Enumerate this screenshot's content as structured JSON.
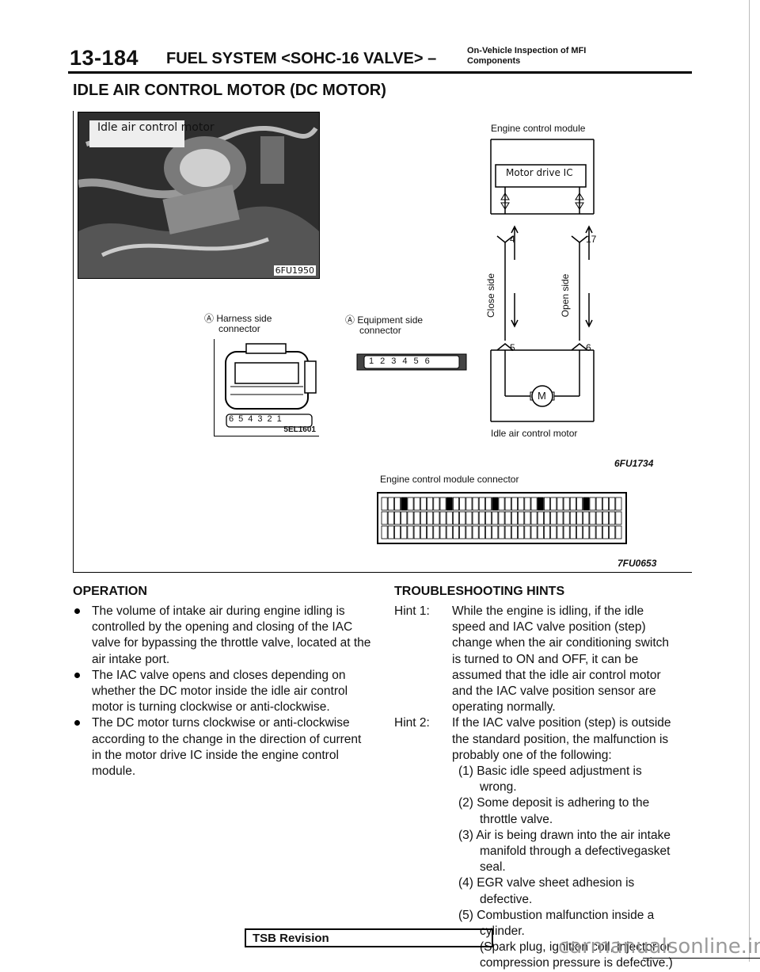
{
  "header": {
    "page_number": "13-184",
    "title": "FUEL SYSTEM <SOHC-16 VALVE> –",
    "subtitle_line1": "On-Vehicle Inspection of MFI",
    "subtitle_line2": "Components"
  },
  "section_title": "IDLE AIR CONTROL MOTOR (DC MOTOR)",
  "photo": {
    "label": "Idle air control motor",
    "code": "6FU1950"
  },
  "harness": {
    "label_line1": "Ⓐ Harness side",
    "label_line2": "connector",
    "pins": [
      "6",
      "5",
      "4",
      "3",
      "2",
      "1"
    ],
    "code": "5EL1601"
  },
  "equipment": {
    "label_line1": "Ⓐ Equipment side",
    "label_line2": "connector",
    "pins": [
      "1",
      "2",
      "3",
      "4",
      "5",
      "6"
    ]
  },
  "circuit": {
    "ecm_label": "Engine control module",
    "ic_label": "Motor drive IC",
    "pin_left_top": "4",
    "pin_right_top": "17",
    "pin_left_bottom": "5",
    "pin_right_bottom": "6",
    "close_side": "Close side",
    "open_side": "Open side",
    "motor": "M",
    "motor_label": "Idle air control motor",
    "code": "6FU1734"
  },
  "ecm_connector": {
    "label": "Engine control module connector",
    "code": "7FU0653"
  },
  "operation": {
    "heading": "OPERATION",
    "items": [
      "The volume of intake air during engine idling is controlled by the opening and closing of the IAC valve for bypassing the throttle valve, located at the air intake port.",
      "The IAC valve opens and closes depending on whether the DC motor inside the idle air control motor is turning clockwise or anti-clockwise.",
      "The DC motor turns clockwise or anti-clockwise according to the change in the direction of current in the motor drive IC inside the engine control module."
    ]
  },
  "troubleshooting": {
    "heading": "TROUBLESHOOTING HINTS",
    "hint1_label": "Hint 1:",
    "hint1_text": "While the engine is idling, if the idle speed and IAC valve position (step) change when the air conditioning switch is turned to ON and OFF, it can be assumed that the idle air control motor and the IAC valve position sensor are operating normally.",
    "hint2_label": "Hint 2:",
    "hint2_text": "If the IAC valve position (step) is outside the standard position, the malfunction is probably one of the following:",
    "hint2_items": [
      "(1) Basic idle speed adjustment is wrong.",
      "(2) Some deposit is adhering to the throttle valve.",
      "(3) Air is being drawn into the air intake manifold through a defectivegasket seal.",
      "(4) EGR valve sheet adhesion is defective.",
      "(5) Combustion malfunction inside a cylinder."
    ],
    "hint2_note": "(Spark plug, ignition coil, injector or compression pressure is defective.)"
  },
  "footer": {
    "tsb": "TSB Revision",
    "watermark": "carmanualsonline.info"
  }
}
